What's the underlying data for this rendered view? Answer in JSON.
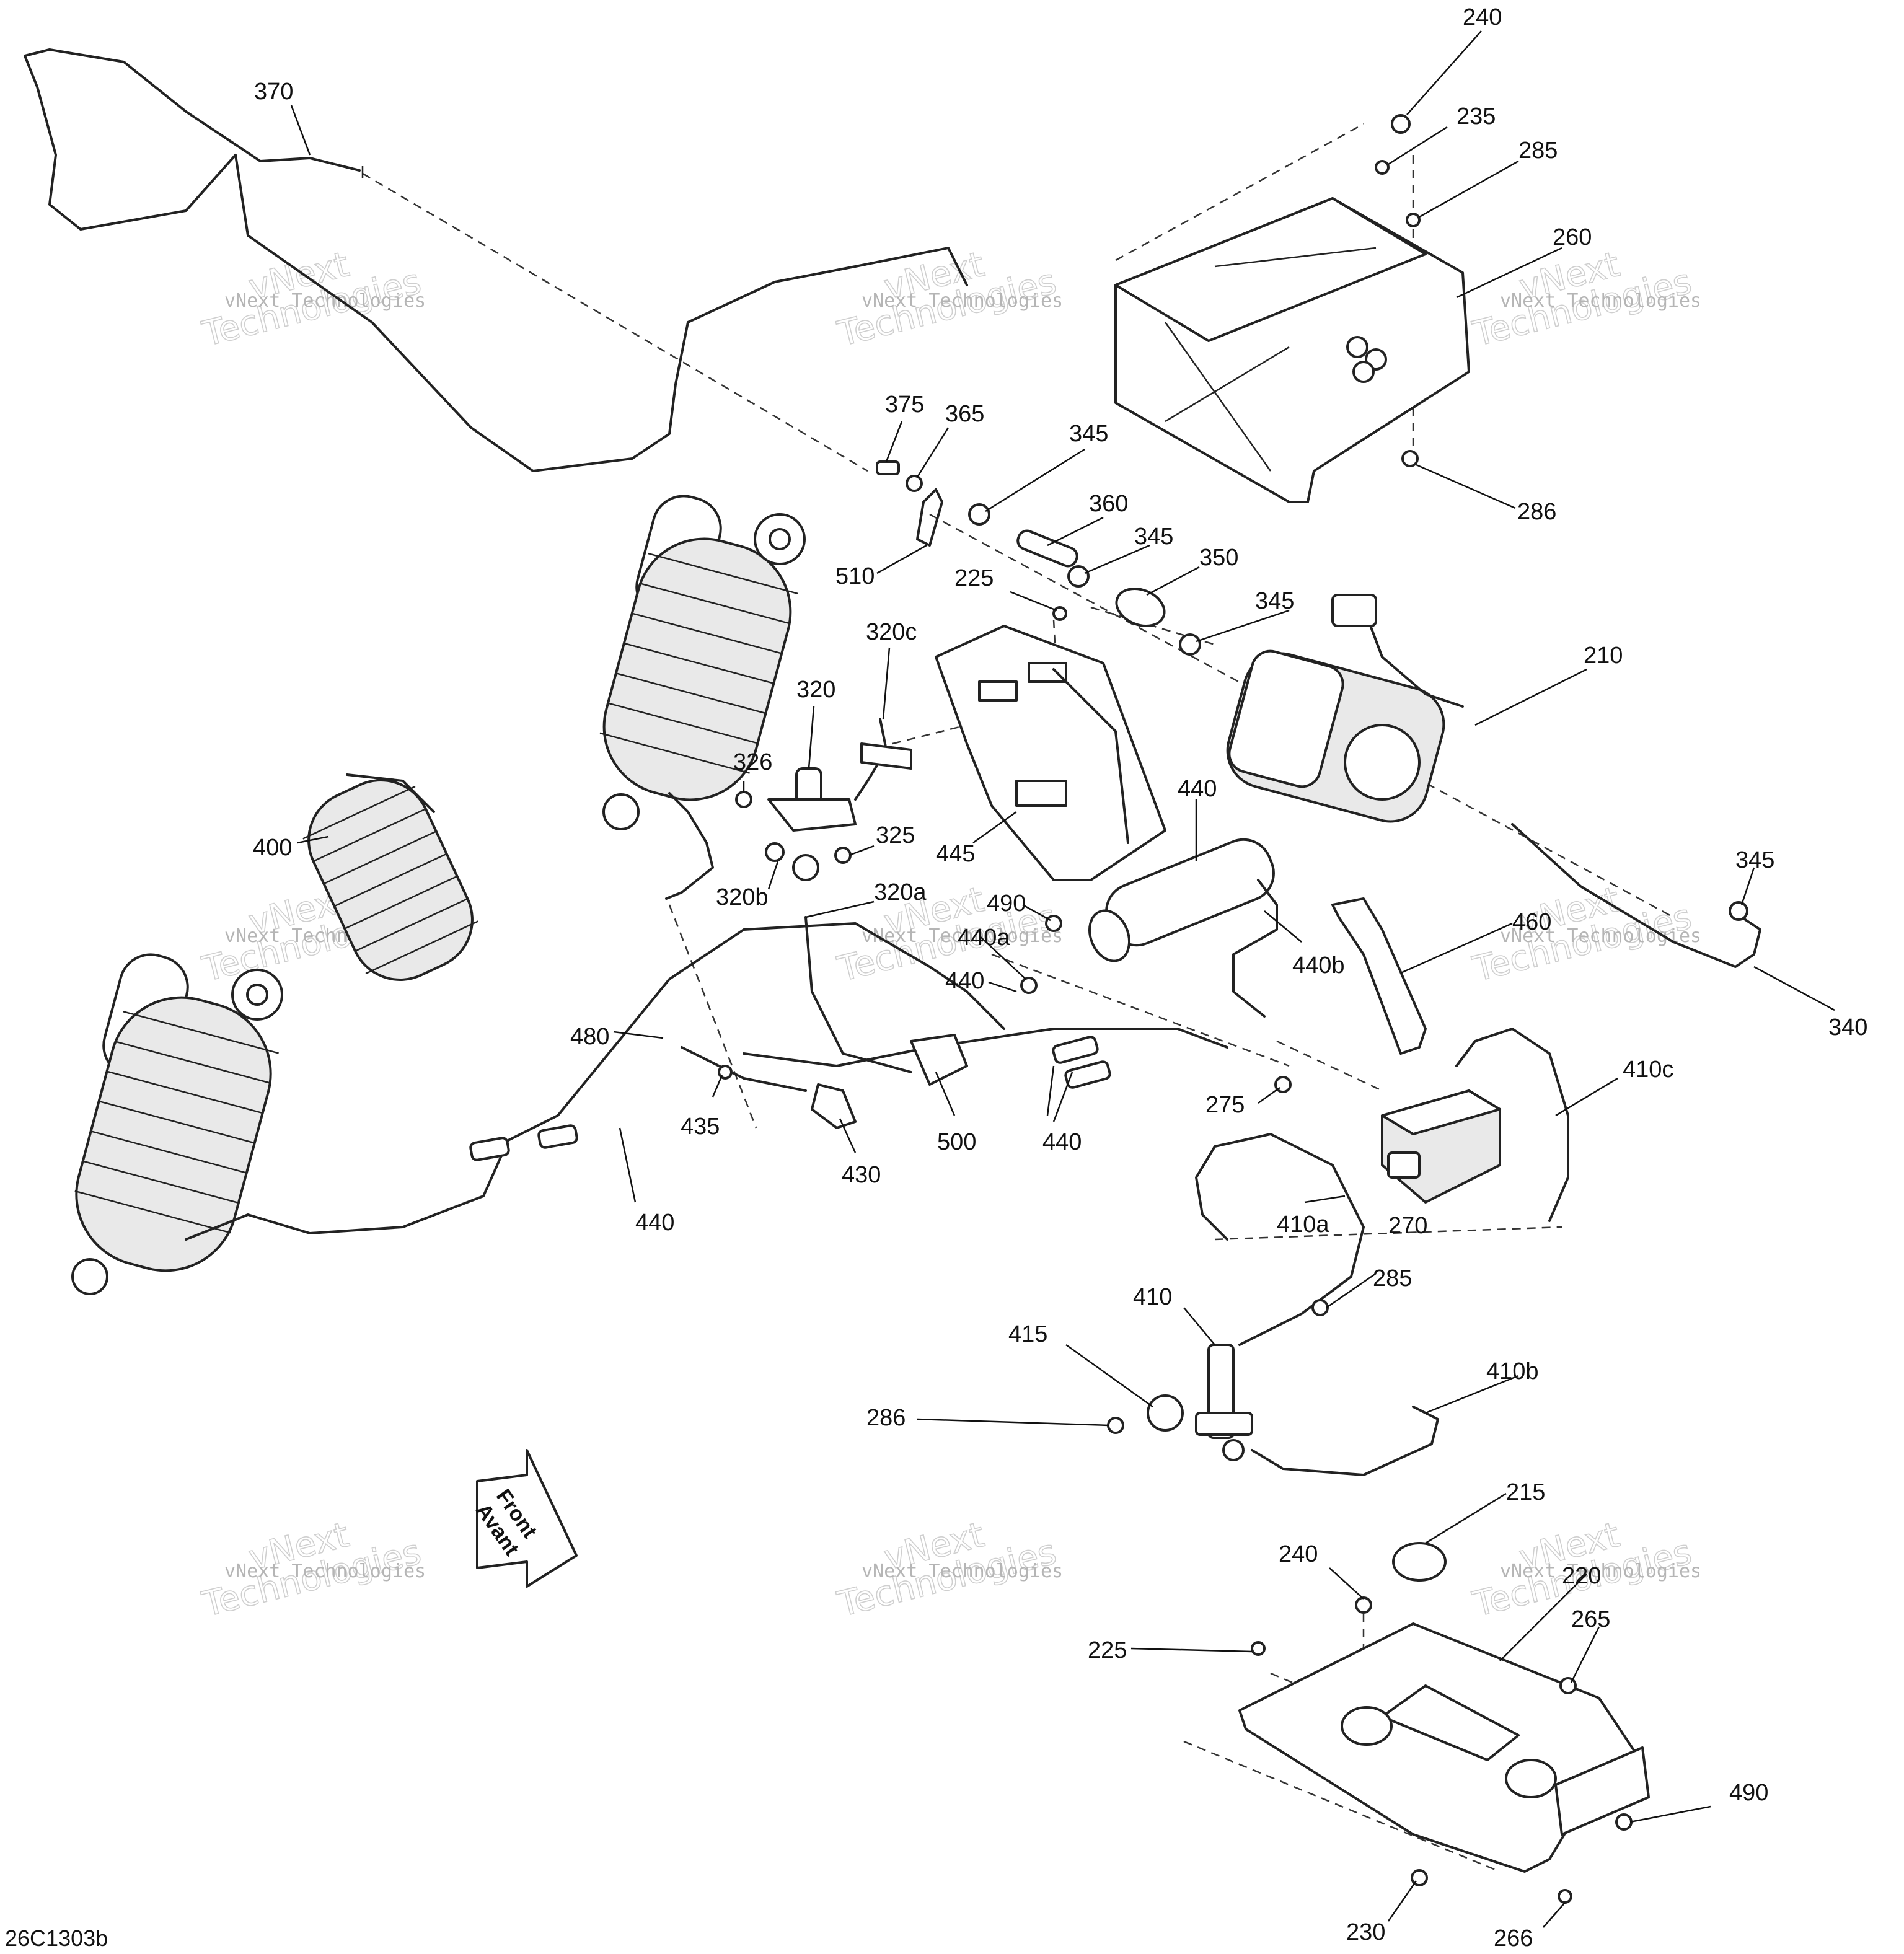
{
  "diagram": {
    "code": "26C1303b",
    "direction": {
      "line1": "Front",
      "line2": "Avant"
    },
    "watermark": {
      "big_line1": "vNext",
      "big_line2": "Technologies",
      "small": "vNext Technologies"
    },
    "labels": [
      "370",
      "240",
      "235",
      "285",
      "260",
      "286",
      "375",
      "365",
      "345",
      "360",
      "345",
      "350",
      "345",
      "510",
      "225",
      "320c",
      "320",
      "210",
      "326",
      "325",
      "400",
      "320b",
      "320a",
      "445",
      "440",
      "490",
      "440a",
      "440",
      "440b",
      "460",
      "345",
      "340",
      "480",
      "435",
      "430",
      "500",
      "440",
      "275",
      "410c",
      "440",
      "410a",
      "270",
      "285",
      "410",
      "415",
      "410b",
      "286",
      "215",
      "240",
      "220",
      "265",
      "225",
      "490",
      "230",
      "266"
    ]
  }
}
